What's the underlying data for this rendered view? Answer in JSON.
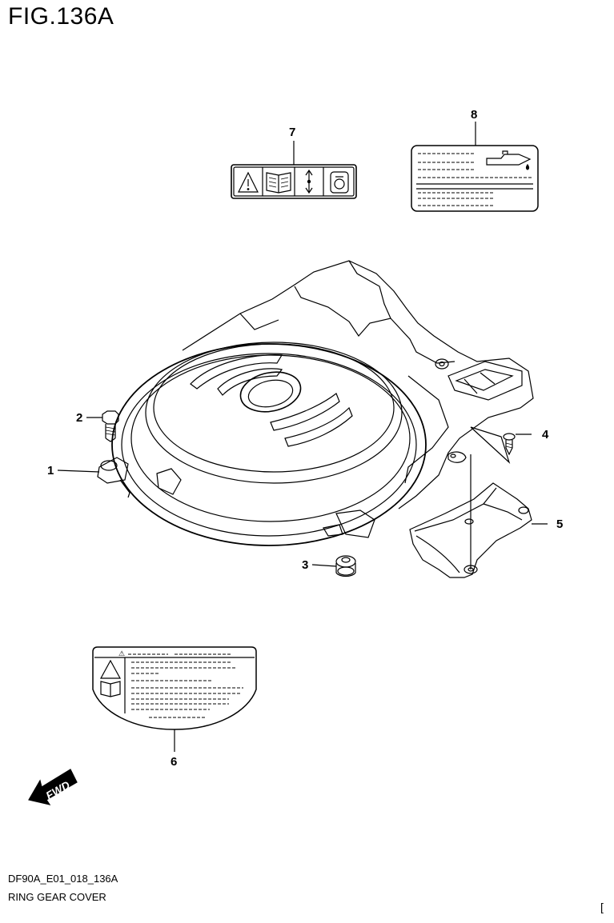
{
  "figure": {
    "title": "FIG.136A",
    "code": "DF90A_E01_018_136A",
    "name": "RING GEAR COVER",
    "corner_mark": "["
  },
  "callouts": [
    "1",
    "2",
    "3",
    "4",
    "5",
    "6",
    "7",
    "8"
  ],
  "direction_label": "FWD",
  "label_6_warning_glyph": "⚠",
  "icons": [
    "warning-triangle-icon",
    "manual-book-icon",
    "up-down-arrow-icon",
    "engine-icon",
    "oil-can-icon"
  ]
}
